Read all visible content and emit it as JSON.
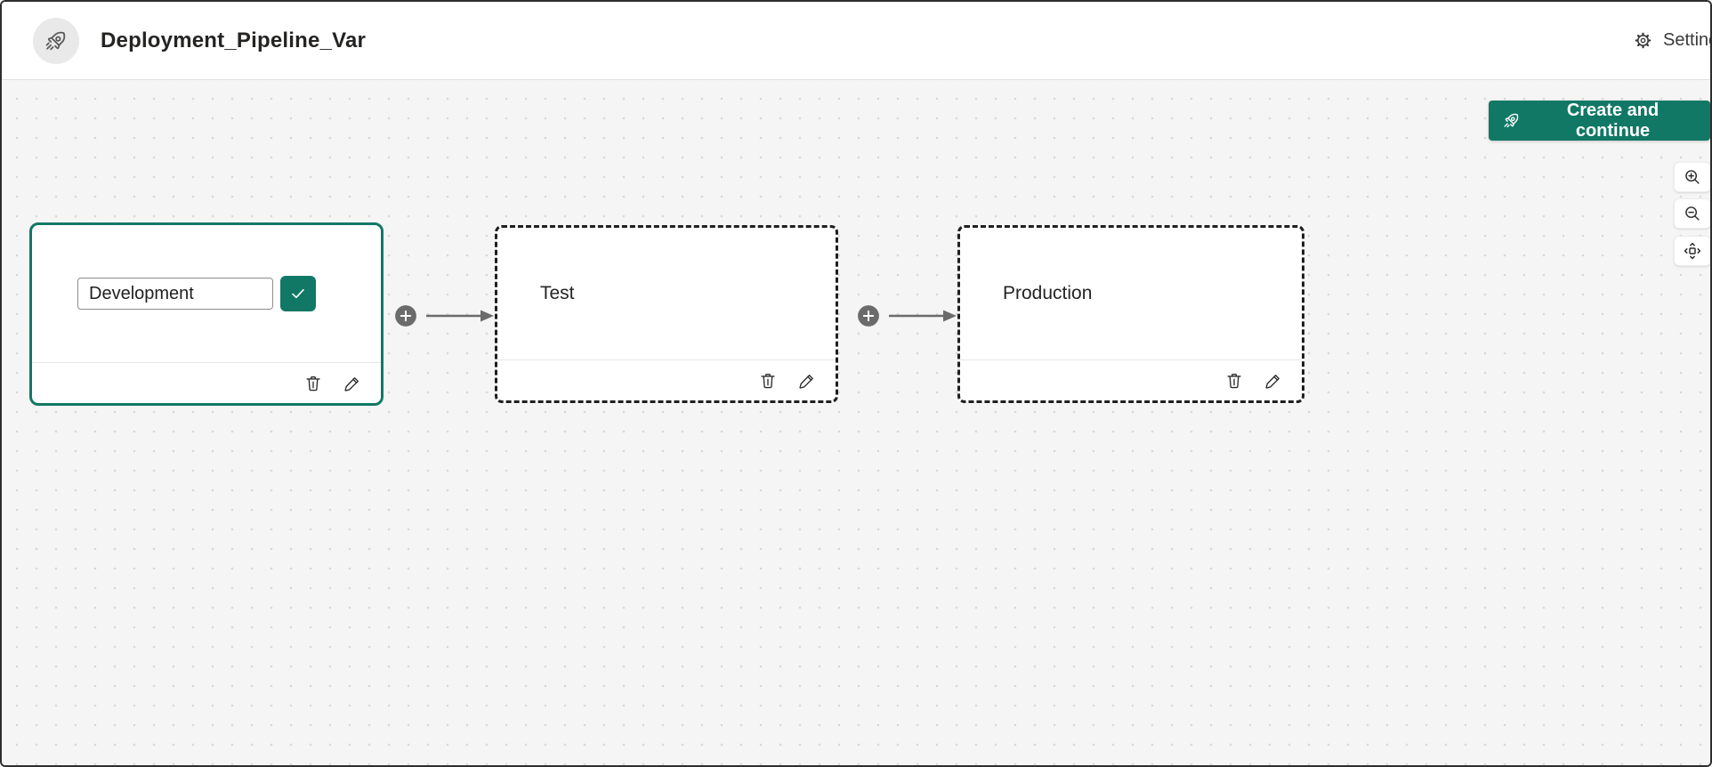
{
  "header": {
    "title": "Deployment_Pipeline_Var",
    "avatar_icon": "rocket-icon",
    "settings_icon": "gear-icon",
    "settings_label": "Settings"
  },
  "actions": {
    "create_icon": "rocket-icon",
    "create_label": "Create and continue"
  },
  "zoom_controls": {
    "zoom_in_icon": "magnifier-plus-icon",
    "zoom_out_icon": "magnifier-minus-icon",
    "fit_view_icon": "fit-to-screen-icon"
  },
  "pipeline": {
    "stages": [
      {
        "label": "Development",
        "state": "editing",
        "input_value": "Development",
        "confirm_icon": "checkmark-icon",
        "action_icons": [
          "trash-icon",
          "pencil-icon"
        ]
      },
      {
        "label": "Test",
        "state": "idle",
        "action_icons": [
          "trash-icon",
          "pencil-icon"
        ]
      },
      {
        "label": "Production",
        "state": "idle",
        "action_icons": [
          "trash-icon",
          "pencil-icon"
        ]
      }
    ],
    "connector_icon": "plus-icon",
    "connector_shape": "arrow-right"
  },
  "colors": {
    "accent_teal": "#117865",
    "canvas_background": "#f5f5f6",
    "canvas_dot": "#d9d9d9",
    "dashed_card_border": "#1f1f1f",
    "connector_gray": "#6b6b6b",
    "header_text": "#252423",
    "window_border": "#2e2e2e"
  }
}
